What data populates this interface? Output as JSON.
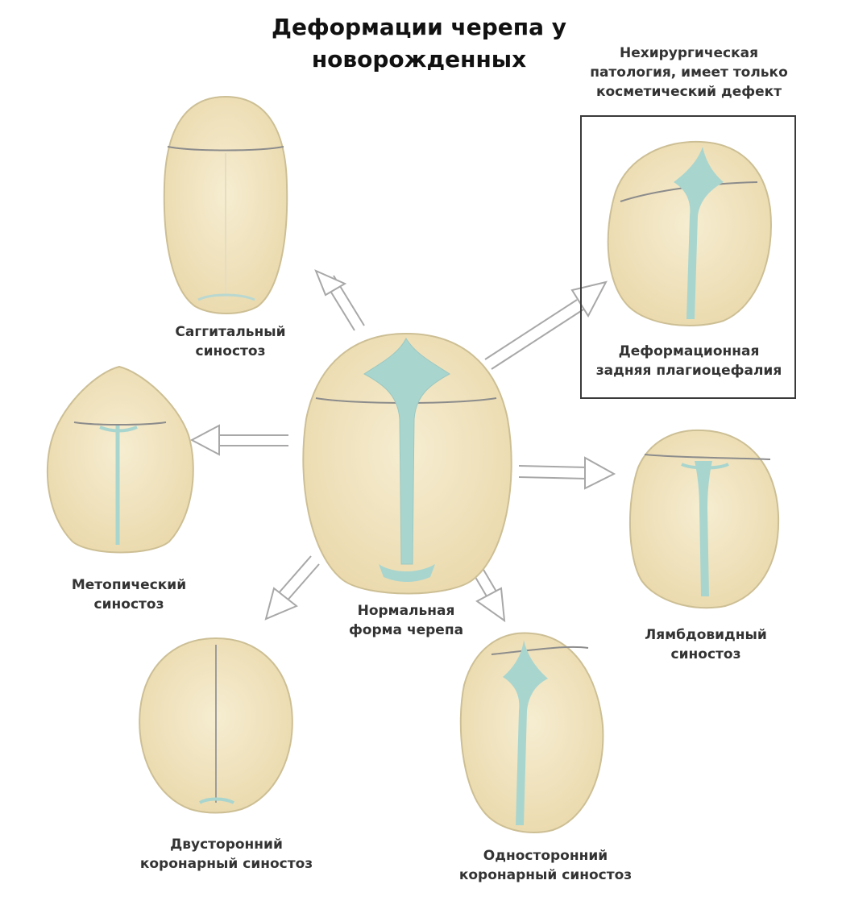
{
  "title": {
    "line1": "Деформации черепа у",
    "line2": "новорожденных"
  },
  "note": {
    "line1": "Нехирургическая",
    "line2": "патология, имеет только",
    "line3": "косметический дефект"
  },
  "skulls": {
    "normal": {
      "line1": "Нормальная",
      "line2": "форма черепа"
    },
    "sagittal": {
      "line1": "Саггитальный",
      "line2": "синостоз"
    },
    "metopic": {
      "line1": "Метопический",
      "line2": "синостоз"
    },
    "bicoronal": {
      "line1": "Двусторонний",
      "line2": "коронарный синостоз"
    },
    "unicoronal": {
      "line1": "Односторонний",
      "line2": "коронарный синостоз"
    },
    "lambdoid": {
      "line1": "Лямбдовидный",
      "line2": "синостоз"
    },
    "plagiocephaly": {
      "line1": "Деформационная",
      "line2": "задняя плагиоцефалия"
    }
  },
  "colors": {
    "bone": "#efe3bd",
    "bone_edge": "#cdbf95",
    "fontanelle": "#a9d5cf",
    "arrow": "#bdbdbd"
  }
}
